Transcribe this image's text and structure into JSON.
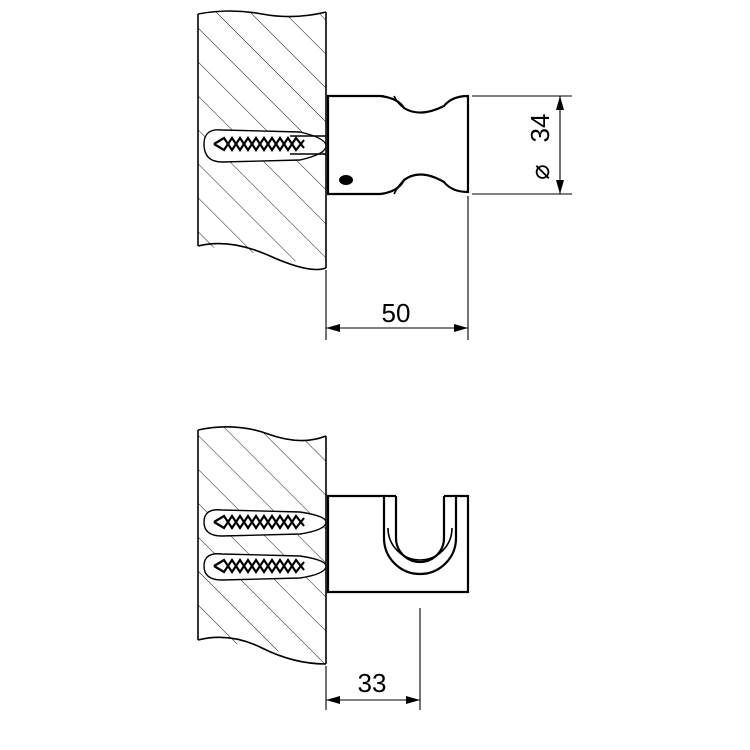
{
  "top_view": {
    "dim_length": "50",
    "dim_diameter_symbol": "⌀",
    "dim_diameter_value": "34"
  },
  "bottom_view": {
    "dim_length": "33"
  }
}
